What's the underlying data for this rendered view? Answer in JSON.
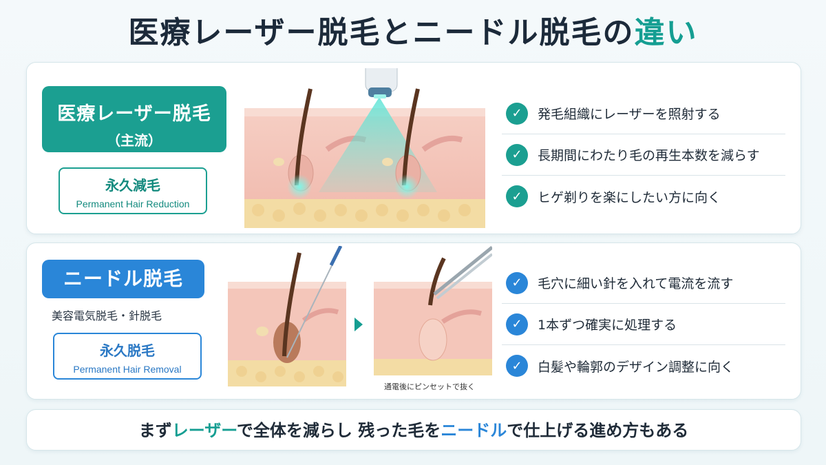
{
  "title": {
    "main": "医療レーザー脱毛とニードル脱毛の",
    "accent": "違い"
  },
  "laser": {
    "badge_line1": "医療レーザー脱毛",
    "badge_line2": "（主流）",
    "sub_jp": "永久減毛",
    "sub_en": "Permanent Hair Reduction",
    "points": [
      "発毛組織にレーザーを照射する",
      "長期間にわたり毛の再生本数を減らす",
      "ヒゲ剃りを楽にしたい方に向く"
    ]
  },
  "needle": {
    "badge": "ニードル脱毛",
    "subtitle": "美容電気脱毛・針脱毛",
    "sub_jp": "永久脱毛",
    "sub_en": "Permanent Hair Removal",
    "caption": "通電後にピンセットで抜く",
    "points": [
      "毛穴に細い針を入れて電流を流す",
      "1本ずつ確実に処理する",
      "白髪や輪郭のデザイン調整に向く"
    ]
  },
  "bottom": {
    "p1": "まず",
    "p2": "レーザー",
    "p3": "で全体を減らし 残った毛を",
    "p4": "ニードル",
    "p5": "で仕上げる進め方もある"
  },
  "colors": {
    "teal": "#1b9f91",
    "blue": "#2a86d8",
    "skin": "#f4c4b8",
    "hair": "#5a3520"
  },
  "icons": [
    "check-icon",
    "laser-device-icon",
    "needle-icon",
    "tweezers-icon",
    "arrow-right-icon"
  ]
}
